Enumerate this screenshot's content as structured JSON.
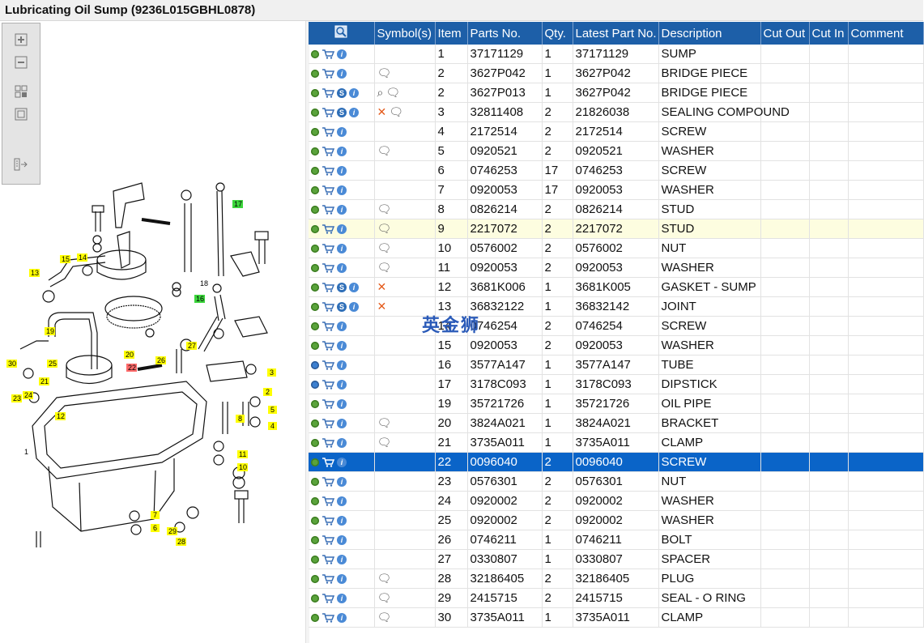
{
  "title": "Lubricating Oil Sump (9236L015GBHL0878)",
  "toolbar": {
    "zoom_in_icon": "plus-icon",
    "zoom_out_icon": "minus-icon",
    "fit_icon": "fit-icon",
    "window_icon": "window-icon",
    "export_icon": "export-icon"
  },
  "columns": {
    "search_icon": "search-icon",
    "symbols": "Symbol(s)",
    "item": "Item",
    "parts_no": "Parts No.",
    "qty": "Qty.",
    "latest": "Latest Part No.",
    "description": "Description",
    "cut_out": "Cut Out",
    "cut_in": "Cut In",
    "comment": "Comment"
  },
  "watermark": "英金狮",
  "callouts": [
    "17",
    "18",
    "16",
    "15",
    "14",
    "13",
    "19",
    "20",
    "22",
    "26",
    "27",
    "25",
    "30",
    "21",
    "24",
    "23",
    "12",
    "3",
    "2",
    "5",
    "4",
    "8",
    "1",
    "11",
    "10",
    "7",
    "6",
    "29",
    "28"
  ],
  "rows": [
    {
      "s": false,
      "sym": "",
      "item": "1",
      "part": "37171129",
      "qty": "1",
      "latest": "37171129",
      "desc": "SUMP"
    },
    {
      "s": false,
      "sym": "c",
      "item": "2",
      "part": "3627P042",
      "qty": "1",
      "latest": "3627P042",
      "desc": "BRIDGE PIECE"
    },
    {
      "s": true,
      "sym": "qc",
      "item": "2",
      "part": "3627P013",
      "qty": "1",
      "latest": "3627P042",
      "desc": "BRIDGE PIECE"
    },
    {
      "s": true,
      "sym": "xc",
      "item": "3",
      "part": "32811408",
      "qty": "2",
      "latest": "21826038",
      "desc": "SEALING COMPOUND"
    },
    {
      "s": false,
      "sym": "",
      "item": "4",
      "part": "2172514",
      "qty": "2",
      "latest": "2172514",
      "desc": "SCREW"
    },
    {
      "s": false,
      "sym": "c",
      "item": "5",
      "part": "0920521",
      "qty": "2",
      "latest": "0920521",
      "desc": "WASHER"
    },
    {
      "s": false,
      "sym": "",
      "item": "6",
      "part": "0746253",
      "qty": "17",
      "latest": "0746253",
      "desc": "SCREW"
    },
    {
      "s": false,
      "sym": "",
      "item": "7",
      "part": "0920053",
      "qty": "17",
      "latest": "0920053",
      "desc": "WASHER"
    },
    {
      "s": false,
      "sym": "c",
      "item": "8",
      "part": "0826214",
      "qty": "2",
      "latest": "0826214",
      "desc": "STUD"
    },
    {
      "s": false,
      "sym": "c",
      "item": "9",
      "part": "2217072",
      "qty": "2",
      "latest": "2217072",
      "desc": "STUD",
      "hl": true
    },
    {
      "s": false,
      "sym": "c",
      "item": "10",
      "part": "0576002",
      "qty": "2",
      "latest": "0576002",
      "desc": "NUT"
    },
    {
      "s": false,
      "sym": "c",
      "item": "11",
      "part": "0920053",
      "qty": "2",
      "latest": "0920053",
      "desc": "WASHER"
    },
    {
      "s": true,
      "sym": "x",
      "item": "12",
      "part": "3681K006",
      "qty": "1",
      "latest": "3681K005",
      "desc": "GASKET - SUMP"
    },
    {
      "s": true,
      "sym": "x",
      "item": "13",
      "part": "36832122",
      "qty": "1",
      "latest": "36832142",
      "desc": "JOINT"
    },
    {
      "s": false,
      "sym": "",
      "item": "14",
      "part": "0746254",
      "qty": "2",
      "latest": "0746254",
      "desc": "SCREW"
    },
    {
      "s": false,
      "sym": "",
      "item": "15",
      "part": "0920053",
      "qty": "2",
      "latest": "0920053",
      "desc": "WASHER"
    },
    {
      "s": false,
      "sym": "",
      "g2": true,
      "item": "16",
      "part": "3577A147",
      "qty": "1",
      "latest": "3577A147",
      "desc": "TUBE"
    },
    {
      "s": false,
      "sym": "",
      "g2": true,
      "item": "17",
      "part": "3178C093",
      "qty": "1",
      "latest": "3178C093",
      "desc": "DIPSTICK"
    },
    {
      "s": false,
      "sym": "",
      "item": "19",
      "part": "35721726",
      "qty": "1",
      "latest": "35721726",
      "desc": "OIL PIPE"
    },
    {
      "s": false,
      "sym": "c",
      "item": "20",
      "part": "3824A021",
      "qty": "1",
      "latest": "3824A021",
      "desc": "BRACKET"
    },
    {
      "s": false,
      "sym": "c",
      "item": "21",
      "part": "3735A011",
      "qty": "1",
      "latest": "3735A011",
      "desc": "CLAMP"
    },
    {
      "s": false,
      "sym": "",
      "item": "22",
      "part": "0096040",
      "qty": "2",
      "latest": "0096040",
      "desc": "SCREW",
      "sel": true
    },
    {
      "s": false,
      "sym": "",
      "item": "23",
      "part": "0576301",
      "qty": "2",
      "latest": "0576301",
      "desc": "NUT"
    },
    {
      "s": false,
      "sym": "",
      "item": "24",
      "part": "0920002",
      "qty": "2",
      "latest": "0920002",
      "desc": "WASHER"
    },
    {
      "s": false,
      "sym": "",
      "item": "25",
      "part": "0920002",
      "qty": "2",
      "latest": "0920002",
      "desc": "WASHER"
    },
    {
      "s": false,
      "sym": "",
      "item": "26",
      "part": "0746211",
      "qty": "1",
      "latest": "0746211",
      "desc": "BOLT"
    },
    {
      "s": false,
      "sym": "",
      "item": "27",
      "part": "0330807",
      "qty": "1",
      "latest": "0330807",
      "desc": "SPACER"
    },
    {
      "s": false,
      "sym": "c",
      "item": "28",
      "part": "32186405",
      "qty": "2",
      "latest": "32186405",
      "desc": "PLUG"
    },
    {
      "s": false,
      "sym": "c",
      "item": "29",
      "part": "2415715",
      "qty": "2",
      "latest": "2415715",
      "desc": "SEAL - O RING"
    },
    {
      "s": false,
      "sym": "c",
      "item": "30",
      "part": "3735A011",
      "qty": "1",
      "latest": "3735A011",
      "desc": "CLAMP"
    }
  ]
}
